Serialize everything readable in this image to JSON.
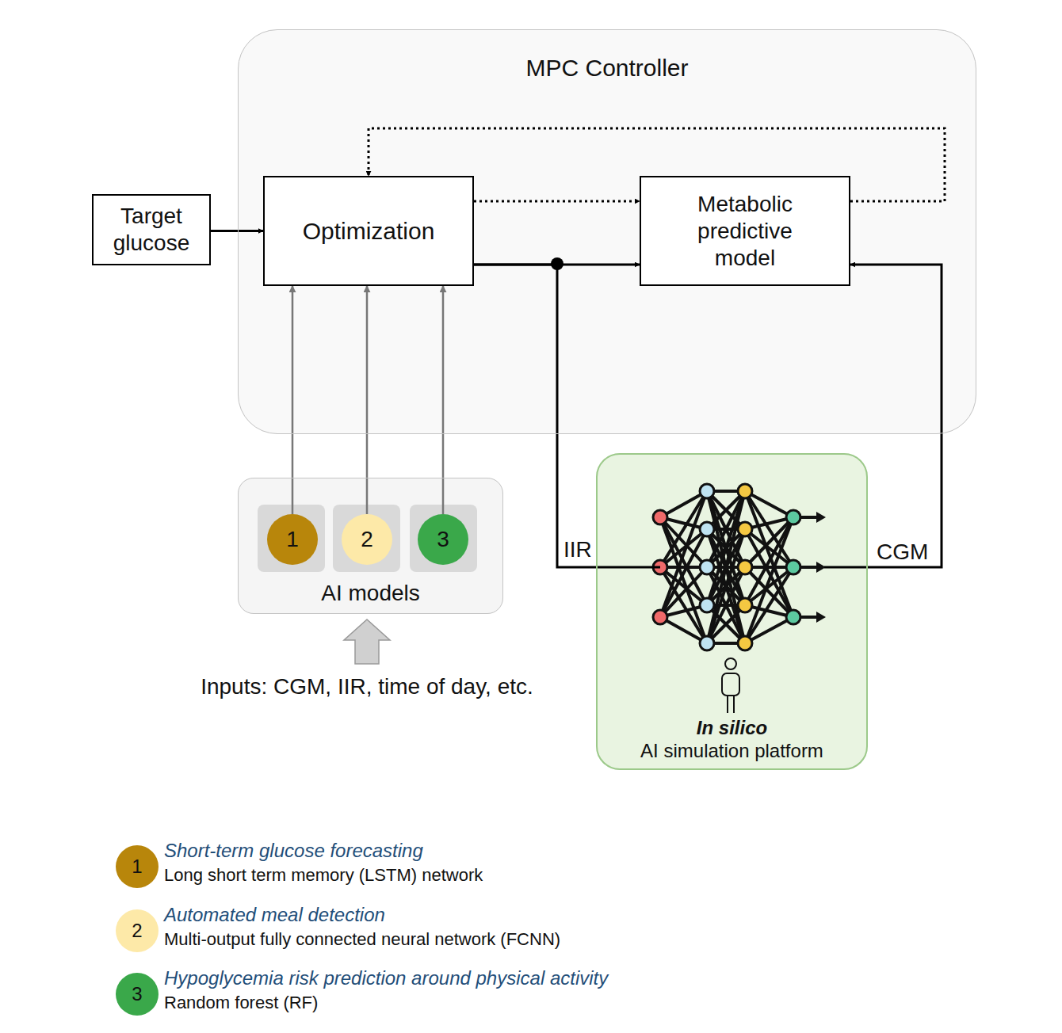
{
  "diagram": {
    "nodes": [
      {
        "text": [
          "MPC Controller"
        ]
      },
      {
        "text": [
          "Target glucose"
        ]
      },
      {
        "text": [
          "Optimization"
        ],
        "in": 0
      },
      {
        "text": [
          "Metabolic predictive model"
        ],
        "in": 0
      },
      {
        "text": [
          "AI models"
        ]
      },
      {
        "text": [
          "1"
        ],
        "in": 4
      },
      {
        "text": [
          "2"
        ],
        "in": 4
      },
      {
        "text": [
          "3"
        ],
        "in": 4
      },
      {
        "text": [
          "In silico",
          "AI simulation platform"
        ]
      }
    ],
    "edges": [
      {
        "from": 1,
        "to": 2,
        "arrow": "to"
      },
      {
        "from": 2,
        "to": 3,
        "arrow": "to"
      },
      {
        "from": 3,
        "to": 2,
        "arrow": "to"
      },
      {
        "from": 2,
        "to": 3,
        "arrow": "to"
      },
      {
        "from": 2,
        "to": 8,
        "label": "IIR",
        "arrow": "none"
      },
      {
        "from": 8,
        "to": 3,
        "label": "CGM",
        "arrow": "to"
      },
      {
        "from": 5,
        "to": 2,
        "arrow": "to"
      },
      {
        "from": 6,
        "to": 2,
        "arrow": "to"
      },
      {
        "from": 7,
        "to": 2,
        "arrow": "to"
      }
    ],
    "labels": [
      "Inputs: CGM, IIR, time of day, etc.",
      "1",
      "Long short term memory (LSTM) network",
      "2",
      "Multi-output fully connected neural network (FCNN)",
      "3",
      "Random forest (RF)"
    ],
    "legend": [
      {
        "text": "Short-term glucose forecasting",
        "color": "#b8860b"
      },
      {
        "text": "Automated meal detection",
        "color": "#fde9a8"
      },
      {
        "text": "Hypoglycemia risk prediction around physical activity",
        "color": "#3aa84a"
      }
    ]
  }
}
